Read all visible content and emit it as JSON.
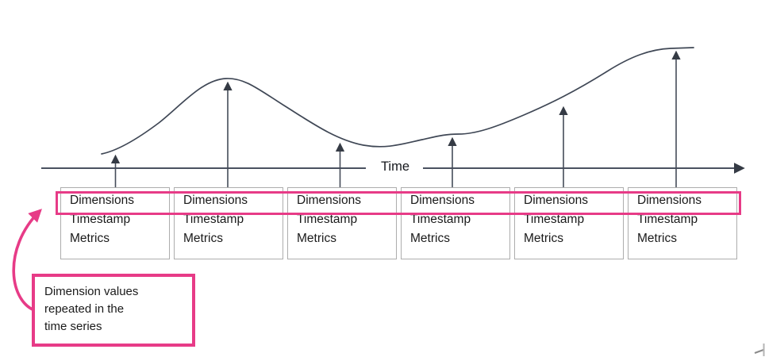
{
  "colors": {
    "accent_pink": "#E73B87",
    "line_gray": "#3F4755",
    "box_border": "#ADADAD",
    "text_dark": "#1A1A1A"
  },
  "axis": {
    "label": "Time"
  },
  "records": [
    {
      "dimensions": "Dimensions",
      "timestamp": "Timestamp",
      "metrics": "Metrics"
    },
    {
      "dimensions": "Dimensions",
      "timestamp": "Timestamp",
      "metrics": "Metrics"
    },
    {
      "dimensions": "Dimensions",
      "timestamp": "Timestamp",
      "metrics": "Metrics"
    },
    {
      "dimensions": "Dimensions",
      "timestamp": "Timestamp",
      "metrics": "Metrics"
    },
    {
      "dimensions": "Dimensions",
      "timestamp": "Timestamp",
      "metrics": "Metrics"
    },
    {
      "dimensions": "Dimensions",
      "timestamp": "Timestamp",
      "metrics": "Metrics"
    }
  ],
  "callout": {
    "text": "Dimension values\nrepeated in the\ntime series"
  }
}
